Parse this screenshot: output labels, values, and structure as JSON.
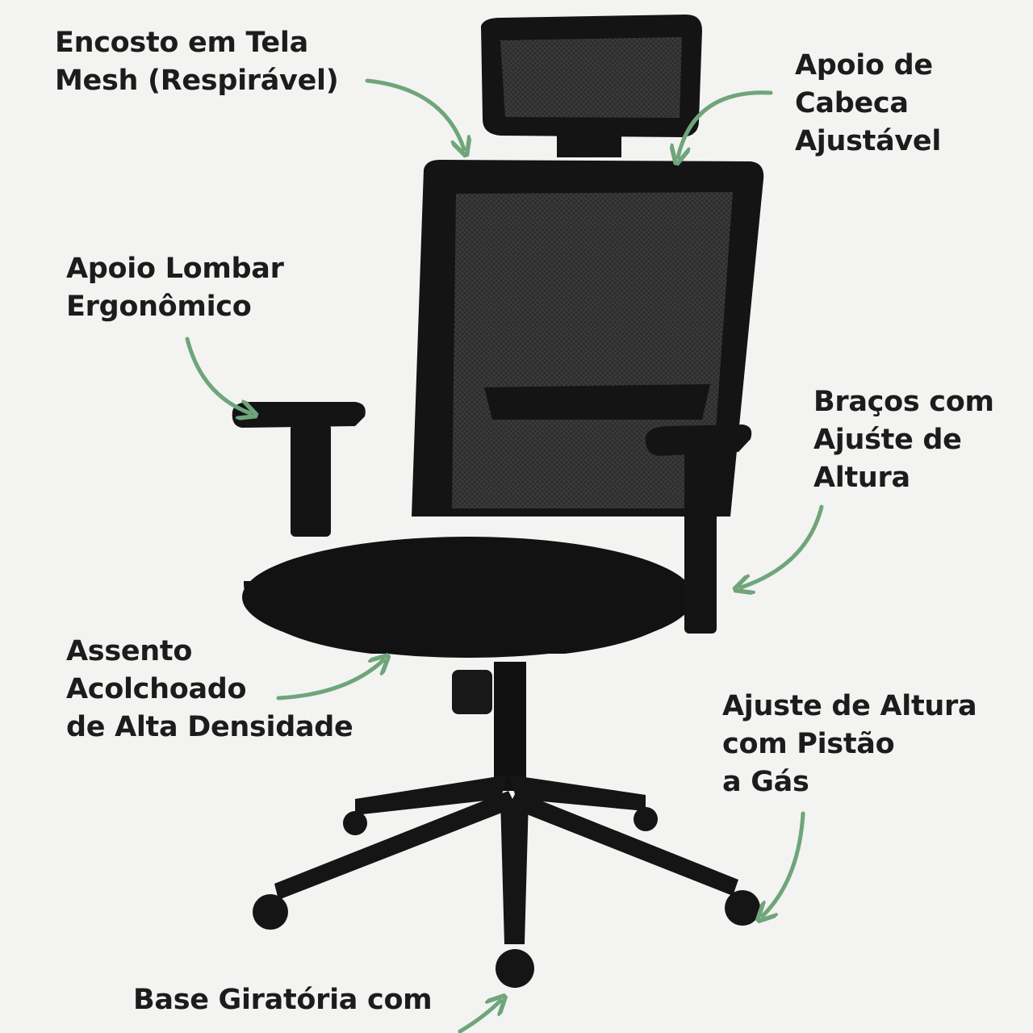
{
  "colors": {
    "background": "#f3f3f2",
    "arrow": "#6fa57a",
    "text": "#1c1c1c",
    "chair": "#141414"
  },
  "labels": {
    "mesh_back": [
      "Encosto em Tela",
      "Mesh (Respirável)"
    ],
    "headrest": [
      "Apoio de",
      "Cabeca",
      "Ajustável"
    ],
    "lumbar": [
      "Apoio Lombar",
      "Ergonômico"
    ],
    "arms": [
      "Braços com",
      "Ajuśte de",
      "Altura"
    ],
    "seat": [
      "Assento",
      "Acolchoado",
      "de Alta Densidade"
    ],
    "gas_lift": [
      "Ajuste de Altura",
      "com Pistão",
      "a Gás"
    ],
    "base": [
      "Base Giratória com"
    ]
  }
}
